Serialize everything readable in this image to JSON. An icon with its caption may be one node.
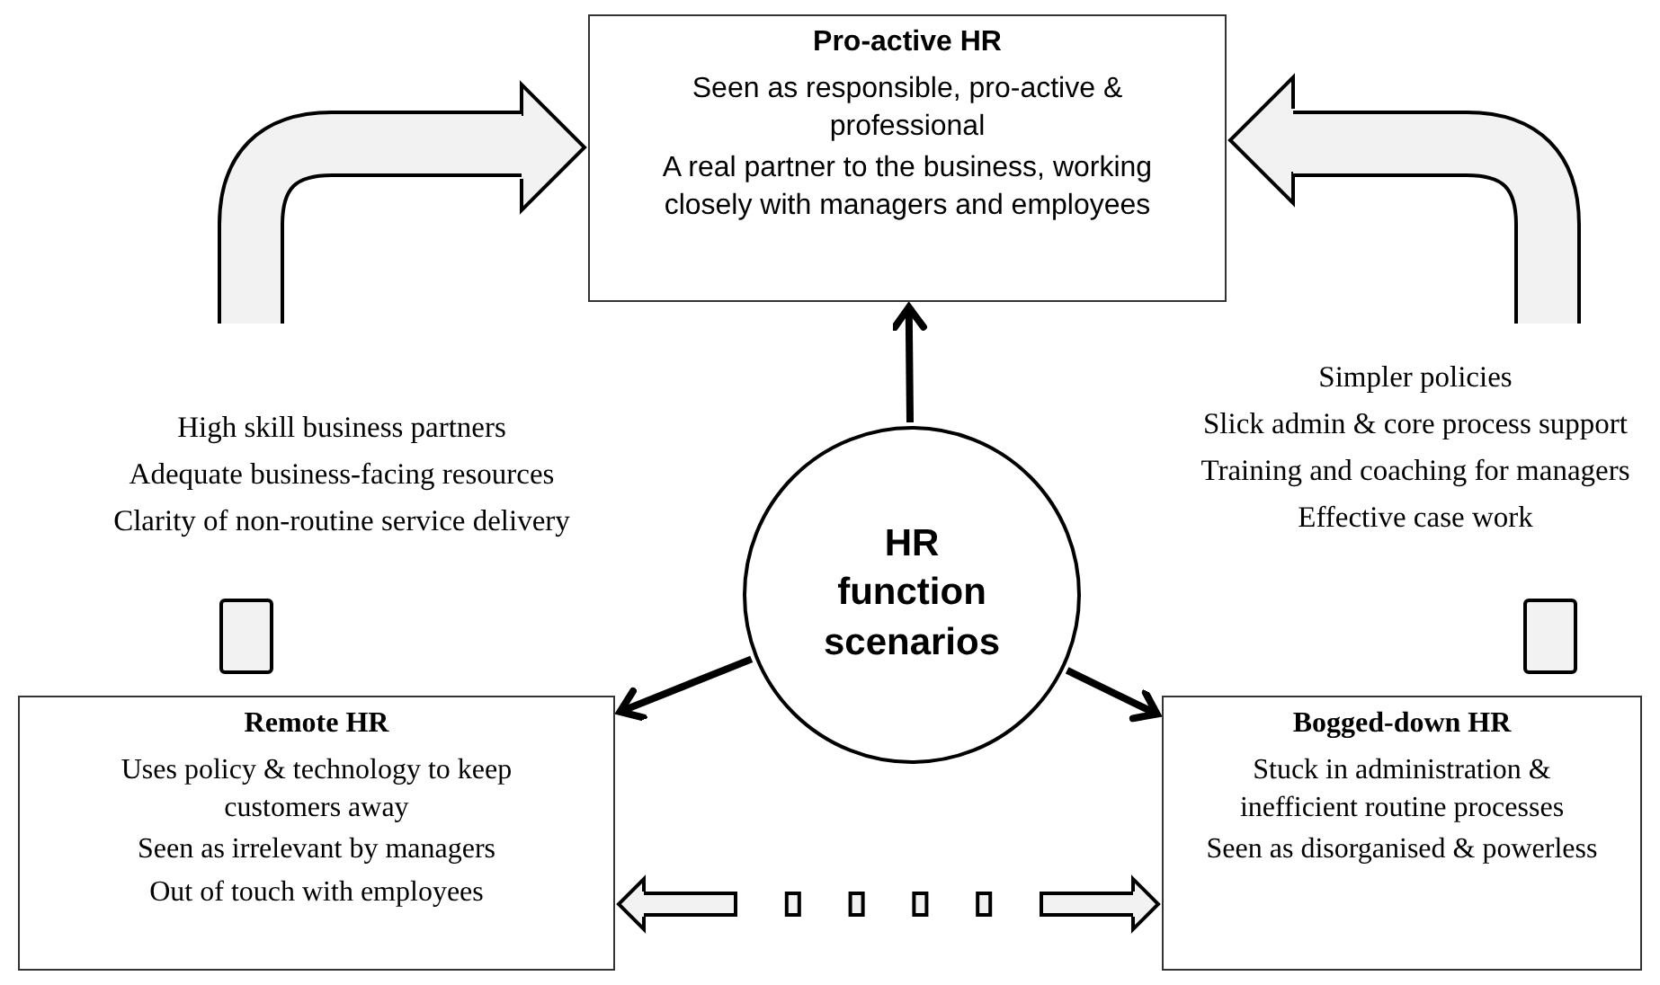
{
  "diagram": {
    "nodes": [
      {
        "text": [
          "Pro-active HR",
          "Seen as responsible, pro-active & professional",
          "A real partner to the business, working closely with managers and employees"
        ]
      },
      {
        "text": [
          "HR function scenarios"
        ]
      },
      {
        "text": [
          "Remote HR",
          "Uses policy & technology to keep customers away",
          "Seen as irrelevant by managers",
          "Out of touch with employees"
        ]
      },
      {
        "text": [
          "Bogged-down HR",
          "Stuck in administration & inefficient routine processes",
          "Seen as disorganised & powerless"
        ]
      },
      {
        "text": [],
        "shape": "box"
      },
      {
        "text": [],
        "shape": "box"
      }
    ],
    "edges": [
      {
        "from": 1,
        "to": 0,
        "arrow": "to"
      },
      {
        "from": 1,
        "to": 2,
        "arrow": "to"
      },
      {
        "from": 1,
        "to": 3,
        "arrow": "to"
      },
      {
        "from": null,
        "to": 0,
        "arrow": "to",
        "style": "thick"
      },
      {
        "from": null,
        "to": 0,
        "arrow": "to",
        "style": "thick"
      },
      {
        "from": 2,
        "to": 3,
        "arrow": "both",
        "style": "dashed"
      }
    ],
    "labels": [
      "High skill business partners",
      "Adequate business-facing resources",
      "Clarity of non-routine service delivery",
      "Simpler policies",
      "Slick admin & core process support",
      "Training and coaching for managers",
      "Effective case work"
    ]
  }
}
